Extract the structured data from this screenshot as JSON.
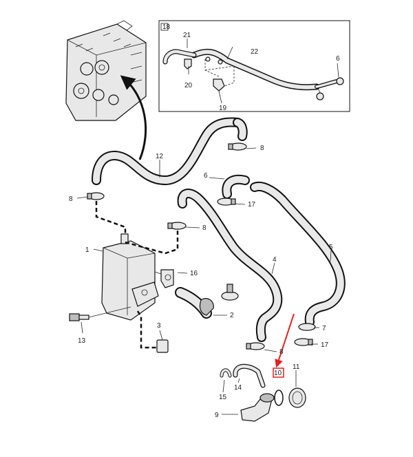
{
  "callouts": {
    "c1": "1",
    "c2": "2",
    "c3": "3",
    "c4": "4",
    "c5": "5",
    "c6a": "6",
    "c6b": "6",
    "c7": "7",
    "c8a": "8",
    "c8b": "8",
    "c8c": "8",
    "c8d": "8",
    "c9": "9",
    "c10": "10",
    "c11": "11",
    "c12": "12",
    "c13": "13",
    "c14": "14",
    "c15": "15",
    "c16": "16",
    "c17a": "17",
    "c17b": "17",
    "c18": "18",
    "c19": "19",
    "c20": "20",
    "c21": "21",
    "c22": "22"
  },
  "highlight": {
    "part": "10",
    "color": "#e02020"
  },
  "colors": {
    "hose": "#e9e9e9",
    "outline": "#111111",
    "arrow": "#e02020"
  }
}
